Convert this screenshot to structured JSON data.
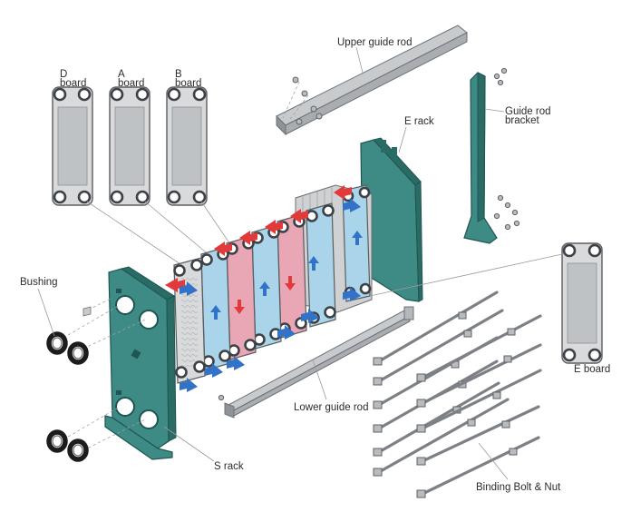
{
  "diagram": {
    "labels": {
      "upper_guide_rod": "Upper guide rod",
      "d_board_1": "D",
      "d_board_2": "board",
      "a_board_1": "A",
      "a_board_2": "board",
      "b_board_1": "B",
      "b_board_2": "board",
      "guide_rod_bracket_1": "Guide rod",
      "guide_rod_bracket_2": "bracket",
      "e_rack": "E rack",
      "bushing": "Bushing",
      "e_board": "E board",
      "lower_guide_rod": "Lower guide rod",
      "s_rack": "S rack",
      "binding_bolt_nut": "Binding Bolt & Nut"
    },
    "colors": {
      "frame": "#3e8a85",
      "plate": "#d9dadb",
      "hot_flow": "#e23a3a",
      "cold_flow": "#3273c8",
      "hot_channel": "#e9a7b6",
      "cold_channel": "#a9d4ea"
    }
  }
}
